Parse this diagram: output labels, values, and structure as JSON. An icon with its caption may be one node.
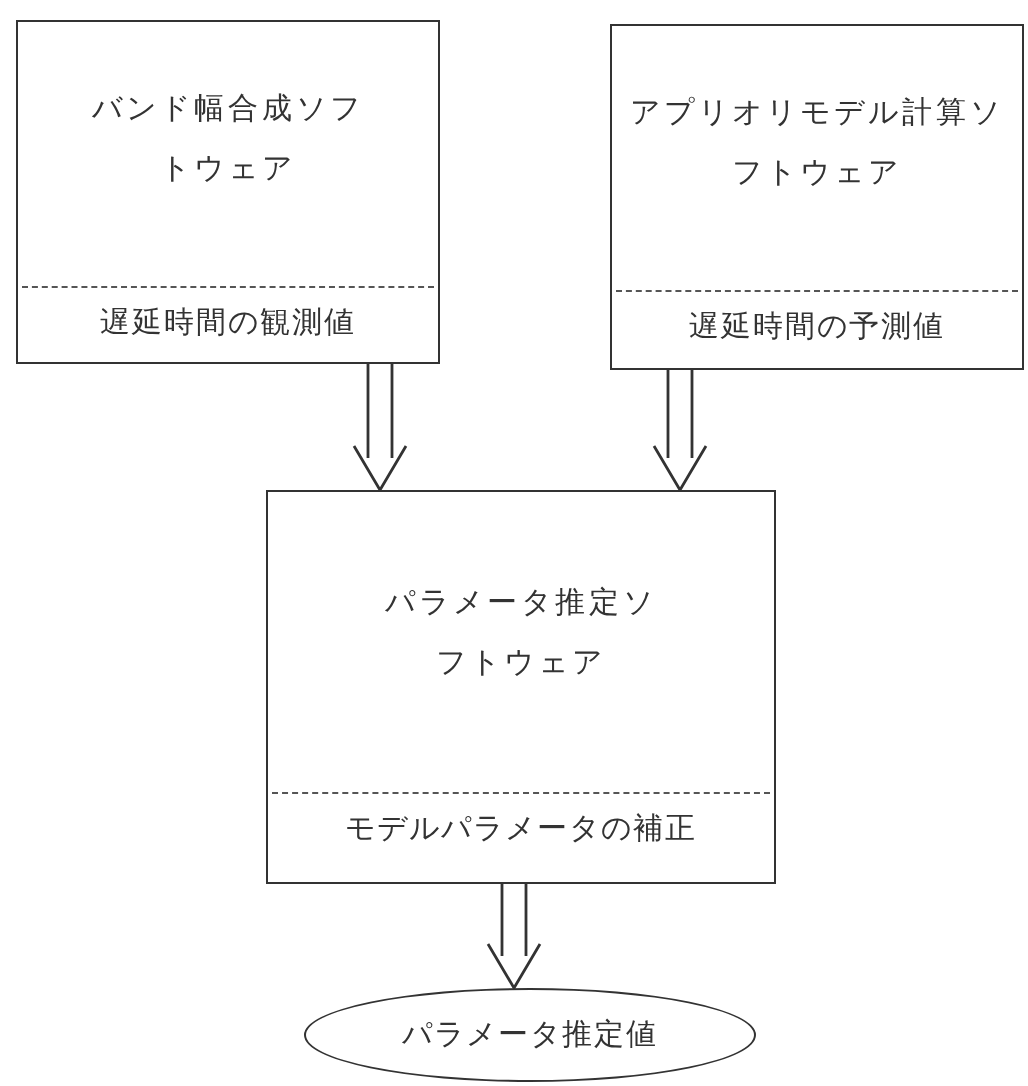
{
  "diagram": {
    "nodes": [
      {
        "text": [
          "バンド幅合成ソフトウェア",
          "遅延時間の観測値"
        ]
      },
      {
        "text": [
          "アプリオリモデル計算ソフトウェア",
          "遅延時間の予測値"
        ]
      },
      {
        "text": [
          "パラメータ推定ソフトウェア",
          "モデルパラメータの補正"
        ]
      },
      {
        "text": [
          "パラメータ推定値"
        ]
      }
    ],
    "edges": [
      {
        "from": 0,
        "to": 2,
        "arrow": "to"
      },
      {
        "from": 1,
        "to": 2,
        "arrow": "to"
      },
      {
        "from": 2,
        "to": 3,
        "arrow": "to"
      }
    ]
  }
}
